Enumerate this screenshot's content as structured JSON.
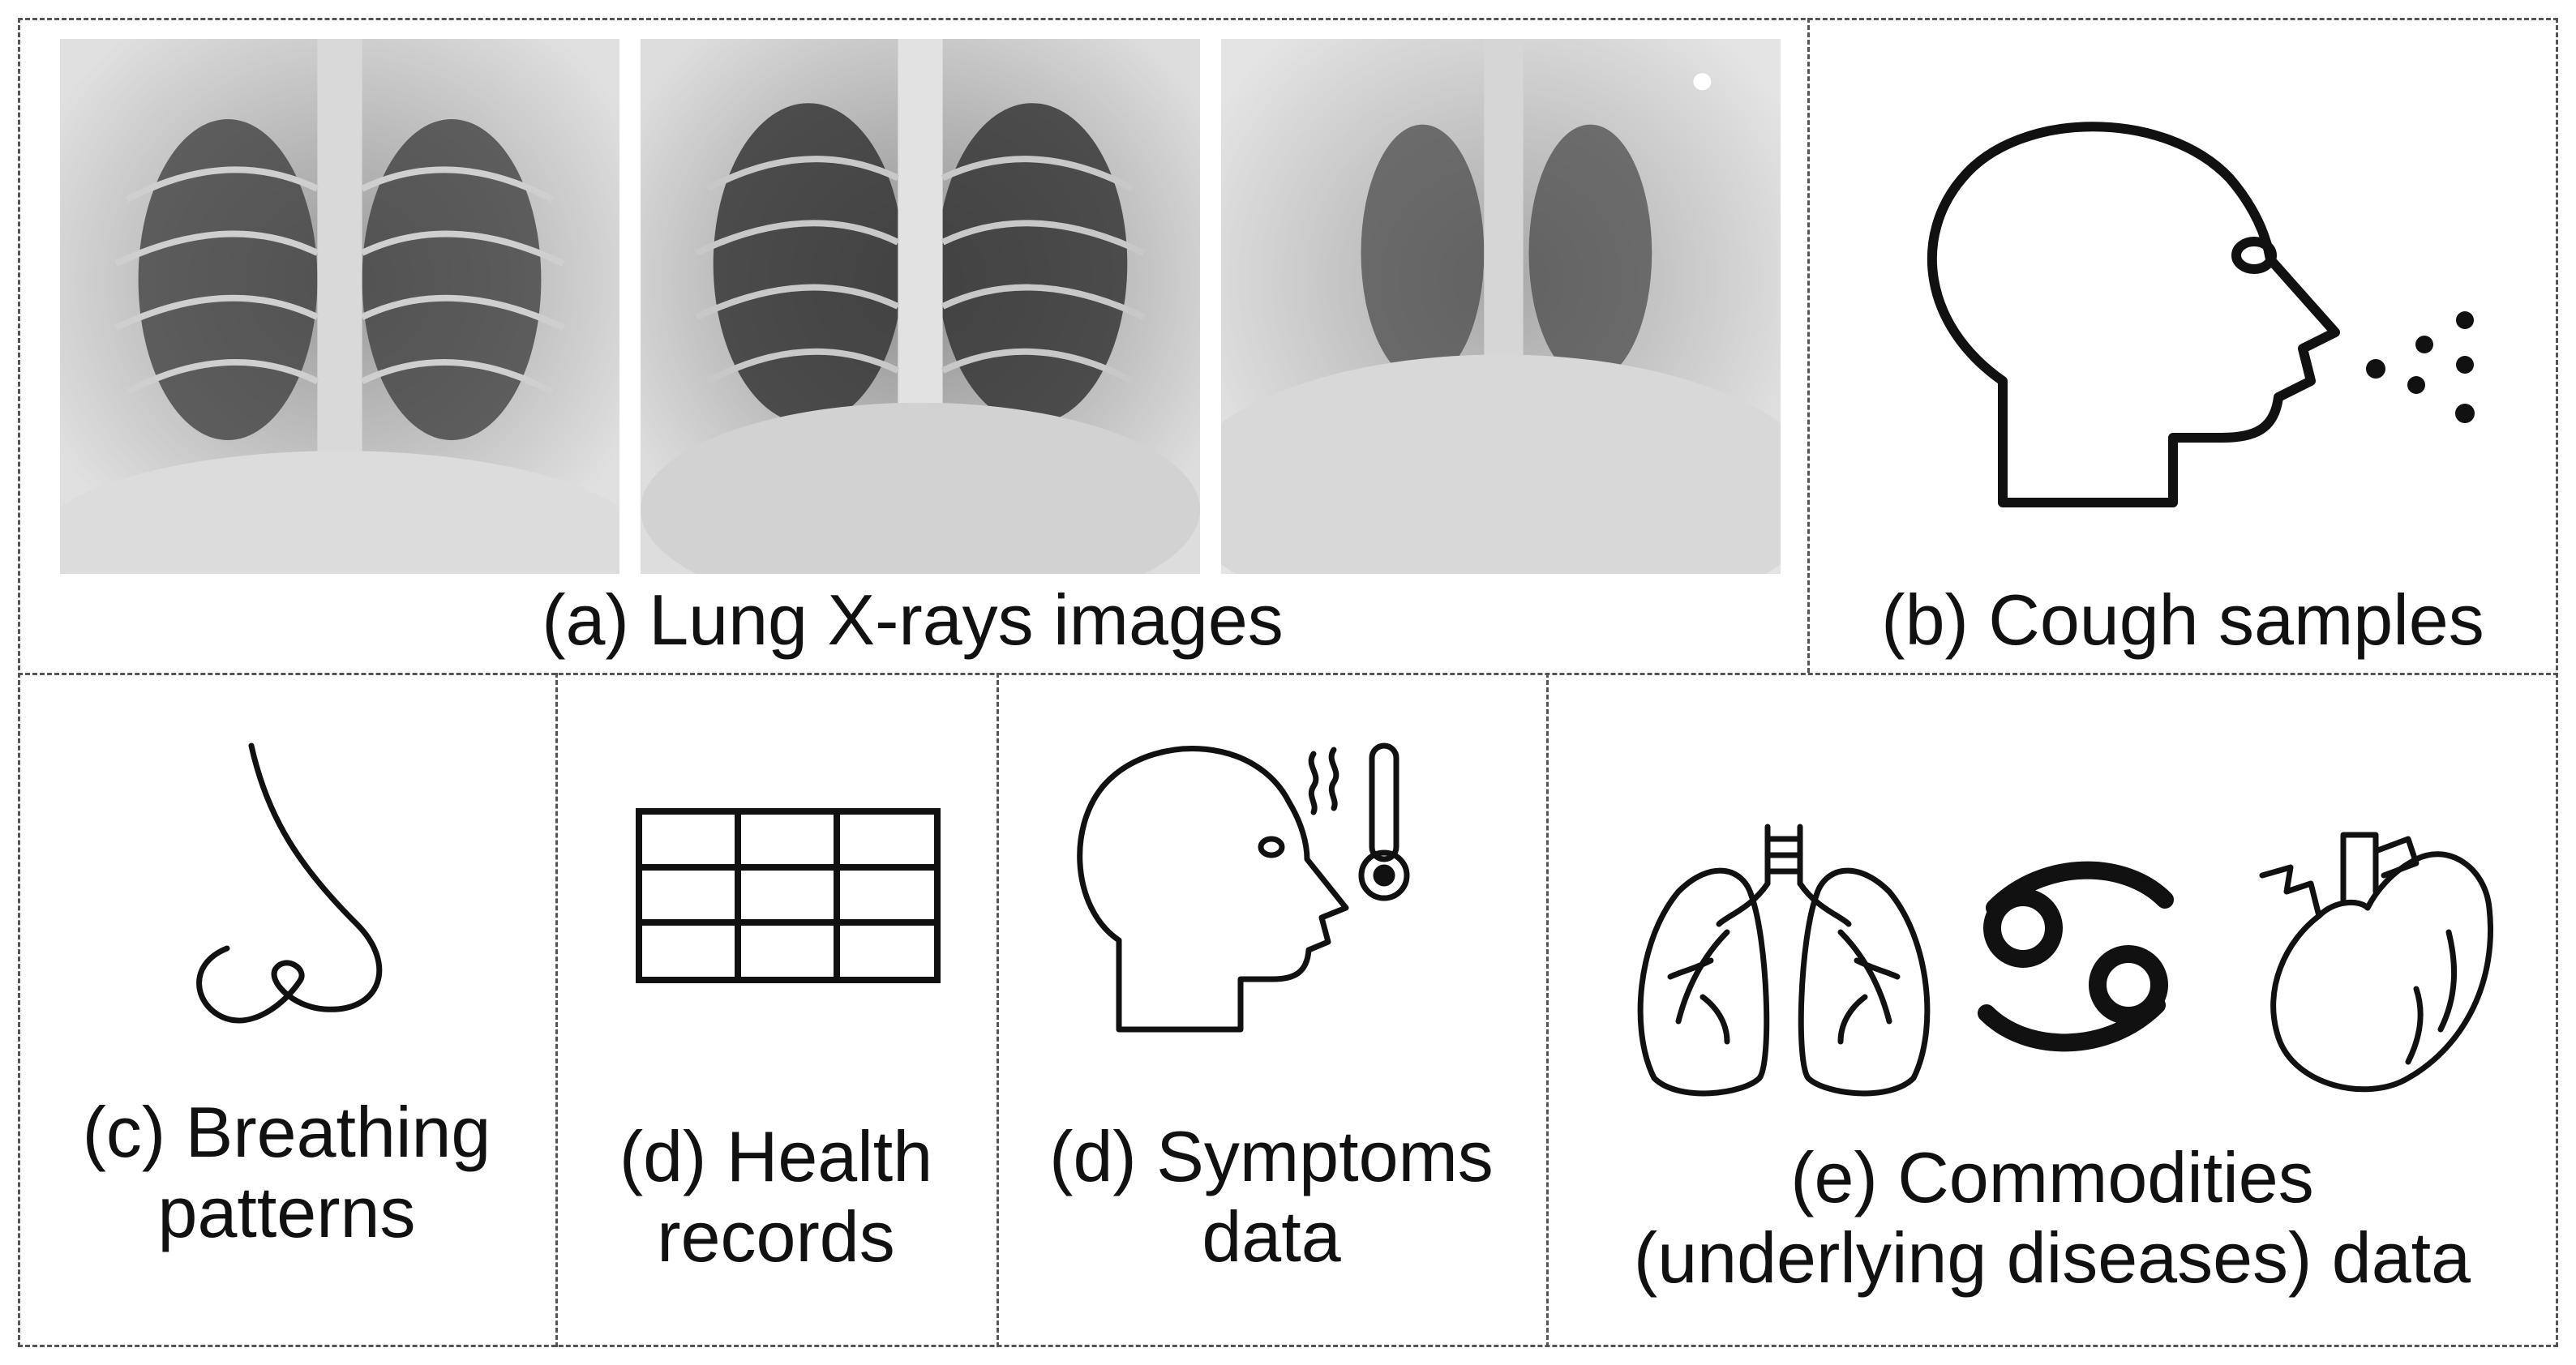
{
  "panels": {
    "xray": {
      "caption": "(a) Lung X-rays images",
      "icon": "lung-xray-image"
    },
    "cough": {
      "caption": "(b) Cough samples",
      "icon": "head-cough-icon"
    },
    "breathing": {
      "caption_line1": "(c) Breathing",
      "caption_line2": "patterns",
      "icon": "nose-icon"
    },
    "health": {
      "caption_line1": "(d) Health",
      "caption_line2": "records",
      "icon": "table-grid-icon"
    },
    "symptoms": {
      "caption_line1": "(d) Symptoms",
      "caption_line2": "data",
      "icon": "head-fever-thermometer-icon"
    },
    "commodities": {
      "caption_line1": "(e) Commodities",
      "caption_line2": "(underlying diseases) data",
      "icons": [
        "lungs-icon",
        "cancer-symbol-icon",
        "heart-icon"
      ]
    }
  },
  "colors": {
    "border": "#555555",
    "icon_stroke": "#111111",
    "xray_dark": "#2a2a2a",
    "xray_light": "#e6e6e6"
  }
}
